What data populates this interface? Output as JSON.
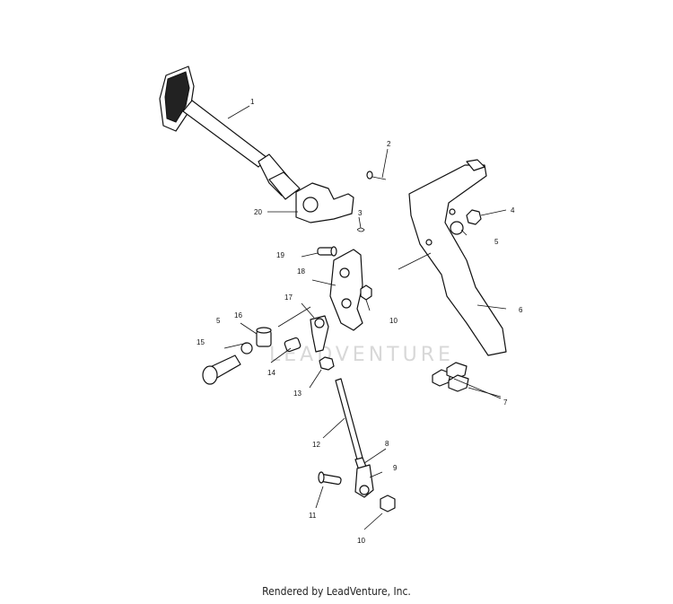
{
  "watermark": "LEADVENTURE",
  "footer": "Rendered by LeadVenture, Inc.",
  "callouts": {
    "c1": "1",
    "c2": "2",
    "c3": "3",
    "c4": "4",
    "c5a": "5",
    "c5b": "5",
    "c6": "6",
    "c7": "7",
    "c8": "8",
    "c9": "9",
    "c10a": "10",
    "c10b": "10",
    "c11": "11",
    "c12": "12",
    "c13": "13",
    "c14": "14",
    "c15": "15",
    "c16": "16",
    "c17": "17",
    "c18": "18",
    "c19": "19",
    "c20": "20"
  }
}
